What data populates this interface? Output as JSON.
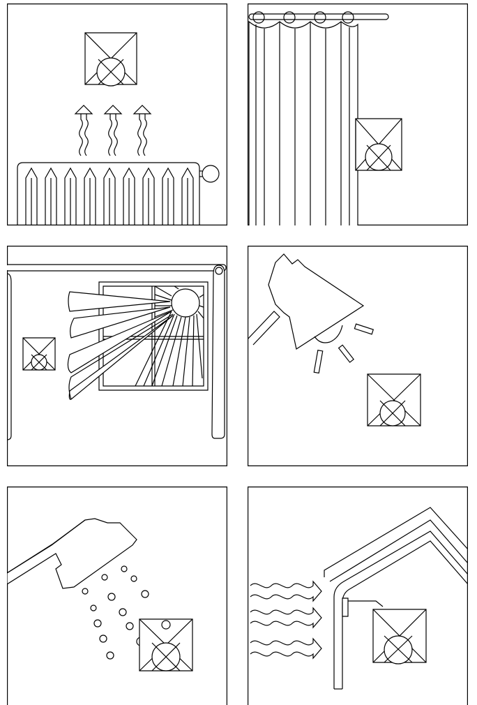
{
  "figure": {
    "panels": [
      {
        "id": "radiator",
        "depicts": "heat-radiator-icon",
        "sensor": "sensor-box-icon"
      },
      {
        "id": "curtain",
        "depicts": "curtain-icon",
        "sensor": "sensor-box-icon"
      },
      {
        "id": "sunlight",
        "depicts": "sunlit-window-icon",
        "sensor": "sensor-box-icon"
      },
      {
        "id": "lamp",
        "depicts": "lamp-icon",
        "sensor": "sensor-box-icon"
      },
      {
        "id": "shower",
        "depicts": "shower-spray-icon",
        "sensor": "sensor-box-icon"
      },
      {
        "id": "outdoor",
        "depicts": "house-wall-wind-icon",
        "sensor": "sensor-box-icon"
      }
    ],
    "colors": {
      "line": "#000000",
      "background": "#ffffff"
    }
  }
}
